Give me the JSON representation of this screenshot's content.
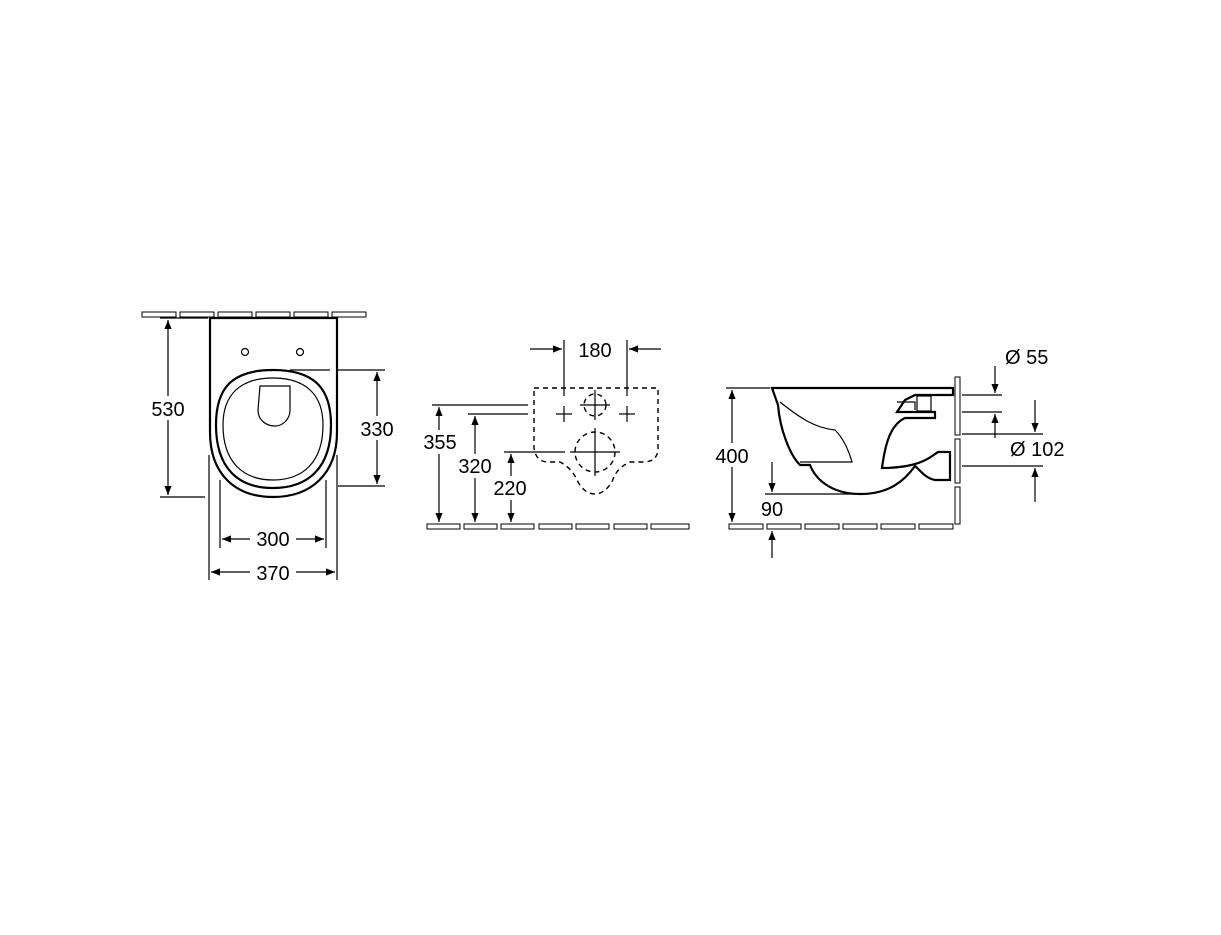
{
  "top_view": {
    "height_label": "530",
    "seat_depth_label": "330",
    "inner_width_label": "300",
    "outer_width_label": "370"
  },
  "rear_view": {
    "hole_spacing_label": "180",
    "height_355_label": "355",
    "height_320_label": "320",
    "height_220_label": "220"
  },
  "side_view": {
    "height_label": "400",
    "offset_label": "90",
    "inlet_diameter_label": "Ø 55",
    "outlet_diameter_label": "Ø 102"
  }
}
